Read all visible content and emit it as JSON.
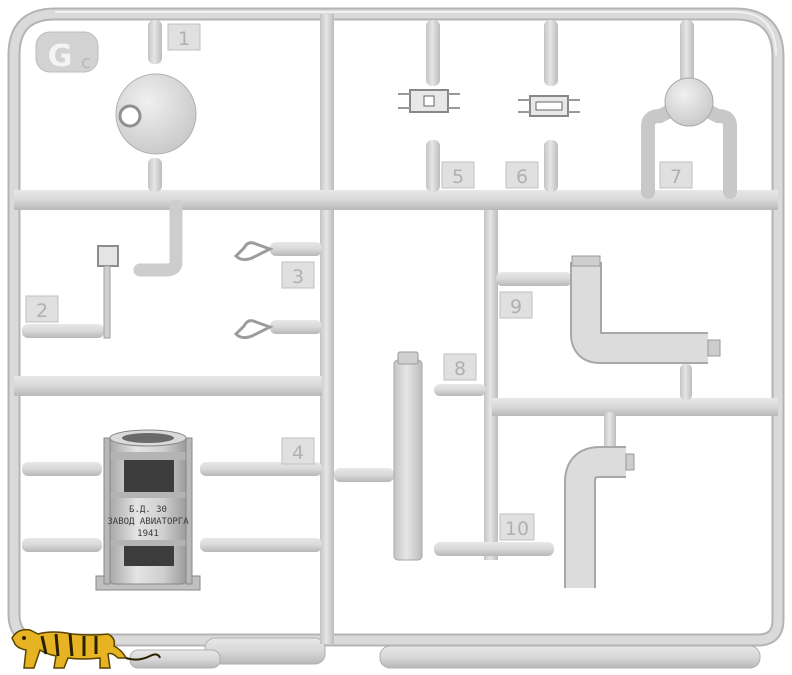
{
  "sprue": {
    "sprue_letter": "G",
    "sprue_suffix": "c",
    "part_numbers": [
      "1",
      "2",
      "3",
      "4",
      "5",
      "6",
      "7",
      "8",
      "9",
      "10"
    ],
    "drum_marking": {
      "line1": "Б.Д. 30",
      "line2": "ЗАВОД АВИАТОРГА",
      "line3": "1941"
    }
  },
  "colors": {
    "plastic": "#d6d6d6",
    "plastic_edge": "#aeaeae",
    "tag": "#e2e2e2",
    "logo_yellow": "#e6b422"
  },
  "logo": {
    "icon": "tiger-logo-icon"
  }
}
